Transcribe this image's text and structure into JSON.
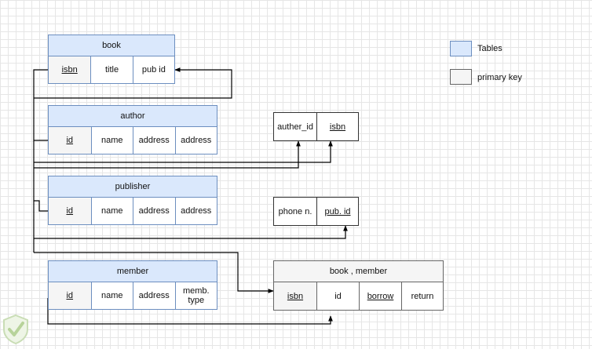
{
  "tables": {
    "book": {
      "title": "book",
      "cols": [
        "isbn",
        "title",
        "pub id"
      ]
    },
    "author": {
      "title": "author",
      "cols": [
        "id",
        "name",
        "address",
        "address"
      ]
    },
    "publisher": {
      "title": "publisher",
      "cols": [
        "id",
        "name",
        "address",
        "address"
      ]
    },
    "member": {
      "title": "member",
      "cols": [
        "id",
        "name",
        "address",
        "memb.\ntype"
      ]
    },
    "author_isbn": {
      "cols": [
        "auther_id",
        "isbn"
      ]
    },
    "phone_pub": {
      "cols": [
        "phone n.",
        "pub. id"
      ]
    },
    "book_member": {
      "title": "book , member",
      "cols": [
        "isbn",
        "id",
        "borrow",
        "return"
      ]
    }
  },
  "legend": {
    "tables": {
      "label": "Tables",
      "color": "#dae8fc"
    },
    "primary_key": {
      "label": "primary key",
      "color": "#f5f5f5"
    }
  },
  "colors": {
    "table_header": "#dae8fc",
    "table_border": "#6c8ebf",
    "primary_key_fill": "#f5f5f5",
    "connector": "#000000"
  },
  "watermark_icon": "check-shield-icon"
}
